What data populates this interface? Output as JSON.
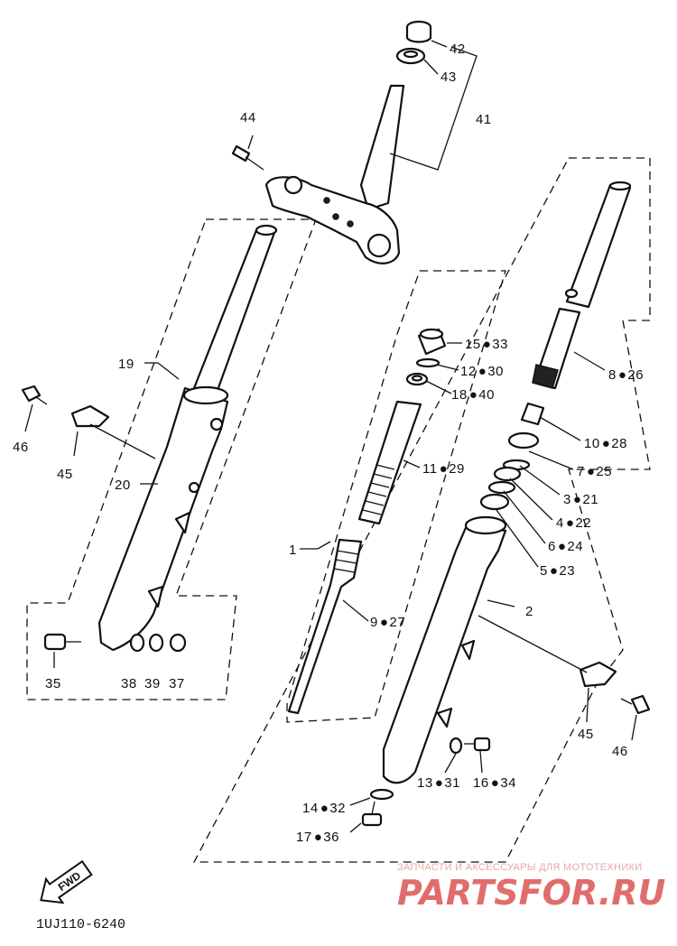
{
  "diagram_code": "1UJ110-6240",
  "fwd_label": "FWD",
  "watermark": {
    "subtitle": "ЗАПЧАСТИ И АКСЕССУАРЫ ДЛЯ МОТОТЕХНИКИ",
    "brand": "PARTSFOR.RU"
  },
  "labels": {
    "p42": "42",
    "p43": "43",
    "p41": "41",
    "p44": "44",
    "p19": "19",
    "p20": "20",
    "p45a": "45",
    "p46a": "46",
    "p35": "35",
    "p38": "38",
    "p39": "39",
    "p37": "37",
    "p15": "15",
    "p15b": "33",
    "p12": "12",
    "p12b": "30",
    "p18": "18",
    "p18b": "40",
    "p11": "11",
    "p11b": "29",
    "p1": "1",
    "p9": "9",
    "p9b": "27",
    "p8": "8",
    "p8b": "26",
    "p10": "10",
    "p10b": "28",
    "p7": "7",
    "p7b": "25",
    "p3": "3",
    "p3b": "21",
    "p4": "4",
    "p4b": "22",
    "p6": "6",
    "p6b": "24",
    "p5": "5",
    "p5b": "23",
    "p2": "2",
    "p45b": "45",
    "p46b": "46",
    "p13": "13",
    "p13b": "31",
    "p16": "16",
    "p16b": "34",
    "p14": "14",
    "p14b": "32",
    "p17": "17",
    "p17b": "36"
  }
}
